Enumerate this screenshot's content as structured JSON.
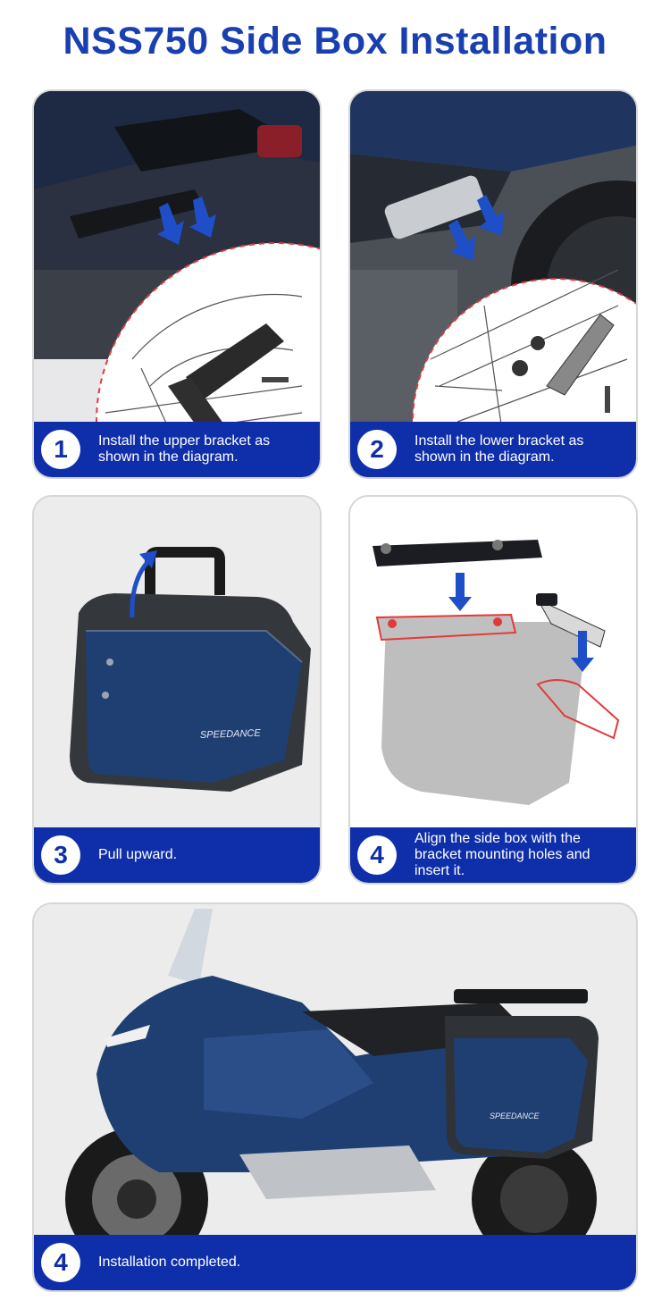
{
  "page": {
    "title": "NSS750 Side Box Installation"
  },
  "steps": [
    {
      "number": "1",
      "text": "Install the upper bracket as shown in the diagram."
    },
    {
      "number": "2",
      "text": "Install the lower bracket as shown in the diagram."
    },
    {
      "number": "3",
      "text": "Pull upward."
    },
    {
      "number": "4",
      "text": "Align the side box with the bracket mounting holes and insert it."
    },
    {
      "number": "4",
      "text": "Installation completed."
    }
  ],
  "brand": {
    "logo_text": "SPEEDANCE"
  },
  "colors": {
    "title_blue": "#1a3fb0",
    "banner_blue": "#0f2faa",
    "arrow_blue": "#1f4fc8",
    "highlight_red": "#e23a3a",
    "box_blue": "#1f3f73"
  },
  "icons": [
    "arrow-down-icon",
    "arrow-up-curved-icon"
  ]
}
